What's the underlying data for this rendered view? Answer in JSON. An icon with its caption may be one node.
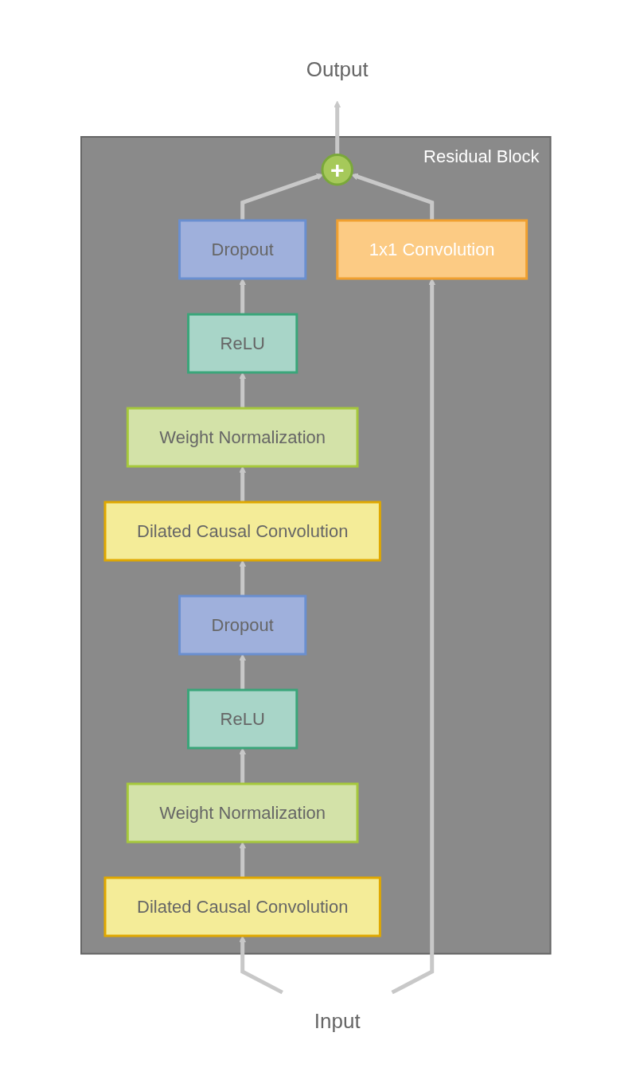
{
  "diagram": {
    "nodes": [
      {
        "text": [
          "Output"
        ]
      },
      {
        "text": [
          "Residual Block"
        ]
      },
      {
        "text": [
          "+"
        ],
        "in": 1
      },
      {
        "text": [
          "Dropout"
        ],
        "in": 1
      },
      {
        "text": [
          "ReLU"
        ],
        "in": 1
      },
      {
        "text": [
          "Weight Normalization"
        ],
        "in": 1
      },
      {
        "text": [
          "Dilated Causal Convolution"
        ],
        "in": 1
      },
      {
        "text": [
          "Dropout"
        ],
        "in": 1
      },
      {
        "text": [
          "ReLU"
        ],
        "in": 1
      },
      {
        "text": [
          "Weight Normalization"
        ],
        "in": 1
      },
      {
        "text": [
          "Dilated Causal Convolution"
        ],
        "in": 1
      },
      {
        "text": [
          "1x1 Convolution"
        ],
        "in": 1
      },
      {
        "text": [
          "Input"
        ]
      }
    ],
    "edges": [
      {
        "from": 12,
        "to": 10,
        "arrow": "to"
      },
      {
        "from": 12,
        "to": 11,
        "arrow": "to"
      },
      {
        "from": 10,
        "to": 9,
        "arrow": "to"
      },
      {
        "from": 9,
        "to": 8,
        "arrow": "to"
      },
      {
        "from": 8,
        "to": 7,
        "arrow": "to"
      },
      {
        "from": 7,
        "to": 6,
        "arrow": "to"
      },
      {
        "from": 6,
        "to": 5,
        "arrow": "to"
      },
      {
        "from": 5,
        "to": 4,
        "arrow": "to"
      },
      {
        "from": 4,
        "to": 3,
        "arrow": "to"
      },
      {
        "from": 3,
        "to": 2,
        "arrow": "to"
      },
      {
        "from": 11,
        "to": 2,
        "arrow": "to"
      },
      {
        "from": 2,
        "to": 0,
        "arrow": "to"
      }
    ]
  }
}
